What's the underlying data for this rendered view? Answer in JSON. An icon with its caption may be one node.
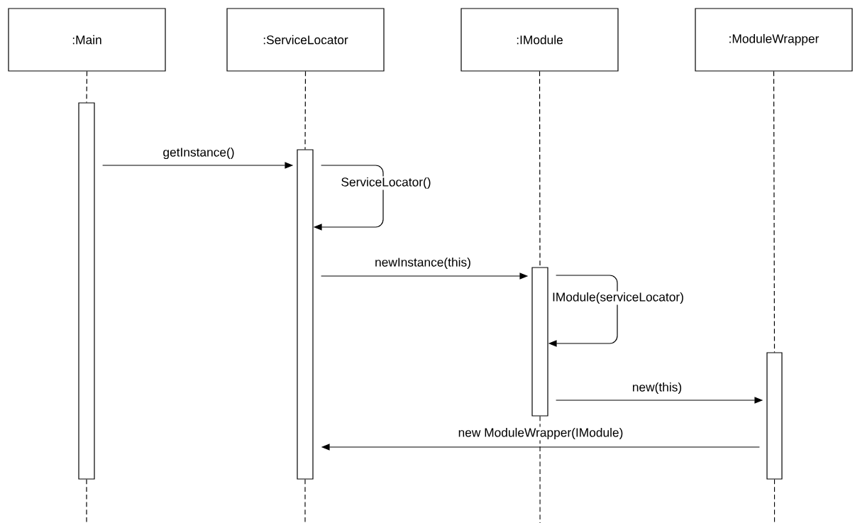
{
  "diagram": {
    "nodes": [
      {
        "text": [
          ":Main"
        ]
      },
      {
        "text": [
          ":ServiceLocator"
        ]
      },
      {
        "text": [
          ":IModule"
        ]
      },
      {
        "text": [
          ":ModuleWrapper"
        ]
      },
      {
        "text": [],
        "shape": "bar"
      },
      {
        "text": [],
        "shape": "bar"
      },
      {
        "text": [],
        "shape": "bar"
      },
      {
        "text": [],
        "shape": "bar"
      }
    ],
    "edges": [
      {
        "from": 0,
        "to": 4,
        "arrow": "none",
        "style": "dashed"
      },
      {
        "from": 1,
        "to": 5,
        "arrow": "none",
        "style": "dashed"
      },
      {
        "from": 2,
        "to": 6,
        "arrow": "none",
        "style": "dashed"
      },
      {
        "from": 3,
        "to": 7,
        "arrow": "none",
        "style": "dashed"
      },
      {
        "from": 4,
        "to": null,
        "arrow": "none",
        "style": "dashed"
      },
      {
        "from": 5,
        "to": null,
        "arrow": "none",
        "style": "dashed"
      },
      {
        "from": 6,
        "to": null,
        "arrow": "none",
        "style": "dashed"
      },
      {
        "from": 7,
        "to": null,
        "arrow": "none",
        "style": "dashed"
      },
      {
        "from": 4,
        "to": 5,
        "arrow": "to",
        "label": "getInstance()"
      },
      {
        "from": 5,
        "to": 5,
        "arrow": "to",
        "label": "ServiceLocator()"
      },
      {
        "from": 5,
        "to": 6,
        "arrow": "to",
        "label": "newInstance(this)"
      },
      {
        "from": 6,
        "to": 6,
        "arrow": "to",
        "label": "IModule(serviceLocator)"
      },
      {
        "from": 6,
        "to": 7,
        "arrow": "to",
        "label": "new(this)"
      },
      {
        "from": 7,
        "to": 5,
        "arrow": "to",
        "label": "new ModuleWrapper(IModule)"
      }
    ]
  }
}
